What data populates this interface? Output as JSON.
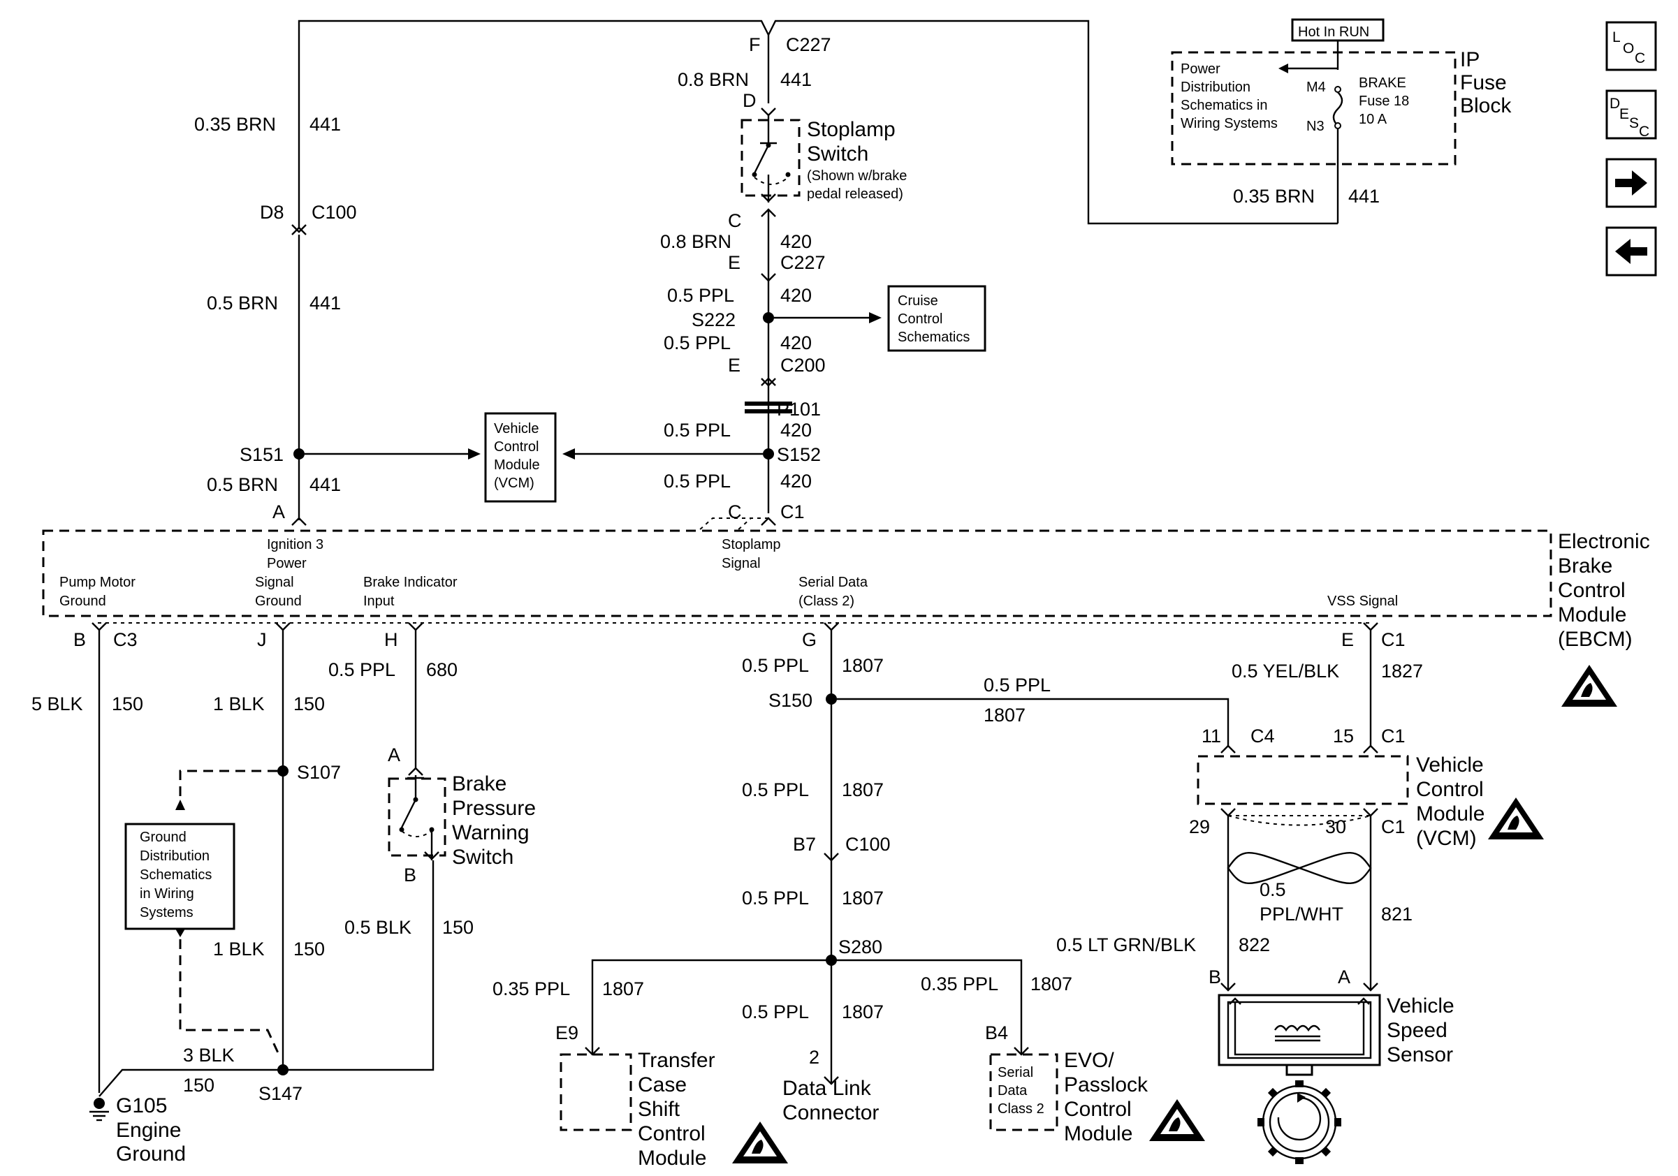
{
  "nav": {
    "loc_main": "L",
    "loc_sub": "O",
    "loc_sub2": "C",
    "desc_main": "D",
    "desc_sub": "E",
    "desc_sub2": "S",
    "desc_sub3": "C"
  },
  "fuse_block": {
    "hot_label": "Hot In RUN",
    "title": [
      "IP",
      "Fuse",
      "Block"
    ],
    "power_ref": [
      "Power",
      "Distribution",
      "Schematics in",
      "Wiring Systems"
    ],
    "fuse_name": "BRAKE",
    "fuse_number": "Fuse 18",
    "fuse_rating": "10 A",
    "pin_in": "M4",
    "pin_out": "N3",
    "wire_gauge": "0.35 BRN",
    "wire_circuit": "441"
  },
  "stoplamp": {
    "conn_f_pin": "F",
    "conn_f": "C227",
    "wire1_gauge": "0.8 BRN",
    "wire1_circuit": "441",
    "pin_d": "D",
    "title": [
      "Stoplamp",
      "Switch"
    ],
    "note": [
      "(Shown w/brake",
      "pedal released)"
    ],
    "pin_c": "C",
    "wire2_gauge": "0.8 BRN",
    "wire2_circuit": "420",
    "pin_e": "E",
    "conn_e": "C227",
    "wire3_gauge": "0.5 PPL",
    "wire3_circuit": "420",
    "splice_s222": "S222",
    "cruise_ref": [
      "Cruise",
      "Control",
      "Schematics"
    ],
    "wire4_gauge": "0.5 PPL",
    "wire4_circuit": "420",
    "pin_e2": "E",
    "conn_c200": "C200",
    "p101": "P101",
    "wire5_gauge": "0.5 PPL",
    "wire5_circuit": "420",
    "splice_s152": "S152",
    "wire6_gauge": "0.5 PPL",
    "wire6_circuit": "420",
    "pin_c_ebcm": "C",
    "conn_c1": "C1"
  },
  "left_branch": {
    "wire1_gauge": "0.35 BRN",
    "wire1_circuit": "441",
    "pin_d8": "D8",
    "conn_c100": "C100",
    "wire2_gauge": "0.5 BRN",
    "wire2_circuit": "441",
    "splice_s151": "S151",
    "wire3_gauge": "0.5 BRN",
    "wire3_circuit": "441",
    "pin_a": "A"
  },
  "vcm_top": [
    "Vehicle",
    "Control",
    "Module",
    "(VCM)"
  ],
  "ebcm": {
    "title": [
      "Electronic",
      "Brake",
      "Control",
      "Module",
      "(EBCM)"
    ],
    "ign3": [
      "Ignition 3",
      "Power",
      "Signal",
      "Ground"
    ],
    "pump_motor": [
      "Pump Motor",
      "Ground"
    ],
    "brake_indicator": [
      "Brake Indicator",
      "Input"
    ],
    "stoplamp_signal": [
      "Stoplamp",
      "Signal"
    ],
    "serial_data": [
      "Serial Data",
      "(Class 2)"
    ],
    "vss_signal": "VSS Signal"
  },
  "bottom": {
    "pump_pin": "B",
    "pump_conn": "C3",
    "pump_gauge": "5 BLK",
    "pump_circuit": "150",
    "gnd_pin": "J",
    "gnd_gauge": "1 BLK",
    "gnd_circuit": "150",
    "splice_s107": "S107",
    "gnd_ref": [
      "Ground",
      "Distribution",
      "Schematics",
      "in Wiring",
      "Systems"
    ],
    "gnd2_gauge": "1 BLK",
    "gnd2_circuit": "150",
    "gnd3_gauge": "3 BLK",
    "gnd3_circuit": "150",
    "splice_s147": "S147",
    "g105": "G105",
    "engine_ground": [
      "Engine",
      "Ground"
    ],
    "bi_pin": "H",
    "bi_gauge": "0.5 PPL",
    "bi_circuit": "680",
    "bp_pin_a": "A",
    "bp_title": [
      "Brake",
      "Pressure",
      "Warning",
      "Switch"
    ],
    "bp_pin_b": "B",
    "bp_gauge": "0.5 BLK",
    "bp_circuit": "150",
    "sd_pin": "G",
    "sd1_gauge": "0.5 PPL",
    "sd1_circuit": "1807",
    "splice_s150": "S150",
    "sd_h_gauge": "0.5 PPL",
    "sd_h_circuit": "1807",
    "sd2_gauge": "0.5 PPL",
    "sd2_circuit": "1807",
    "pin_b7": "B7",
    "conn_c100": "C100",
    "sd3_gauge": "0.5 PPL",
    "sd3_circuit": "1807",
    "splice_s280": "S280",
    "tc_gauge": "0.35 PPL",
    "tc_circuit": "1807",
    "tc_pin": "E9",
    "tc_title": [
      "Transfer",
      "Case",
      "Shift",
      "Control",
      "Module"
    ],
    "dlc_gauge": "0.5 PPL",
    "dlc_circuit": "1807",
    "dlc_pin": "2",
    "dlc_title": [
      "Data Link",
      "Connector"
    ],
    "evo_gauge": "0.35 PPL",
    "evo_circuit": "1807",
    "evo_pin": "B4",
    "evo_inner": [
      "Serial",
      "Data",
      "Class 2"
    ],
    "evo_title": [
      "EVO/",
      "Passlock",
      "Control",
      "Module"
    ],
    "vss_pin": "E",
    "vss_conn": "C1",
    "vss_gauge": "0.5 YEL/BLK",
    "vss_circuit": "1827",
    "vcm_pin11": "11",
    "vcm_conn_c4": "C4",
    "vcm_pin15": "15",
    "vcm_conn_c1": "C1",
    "vcm_title": [
      "Vehicle",
      "Control",
      "Module",
      "(VCM)"
    ],
    "vcm_pin29": "29",
    "vcm_pin30": "30",
    "vcm_conn_c1b": "C1",
    "tw_gauge1": "0.5",
    "tw_gauge2": "PPL/WHT",
    "tw_circuit": "821",
    "lg_gauge": "0.5 LT GRN/BLK",
    "lg_circuit": "822",
    "vs_pin_b": "B",
    "vs_pin_a": "A",
    "vs_title": [
      "Vehicle",
      "Speed",
      "Sensor"
    ]
  }
}
